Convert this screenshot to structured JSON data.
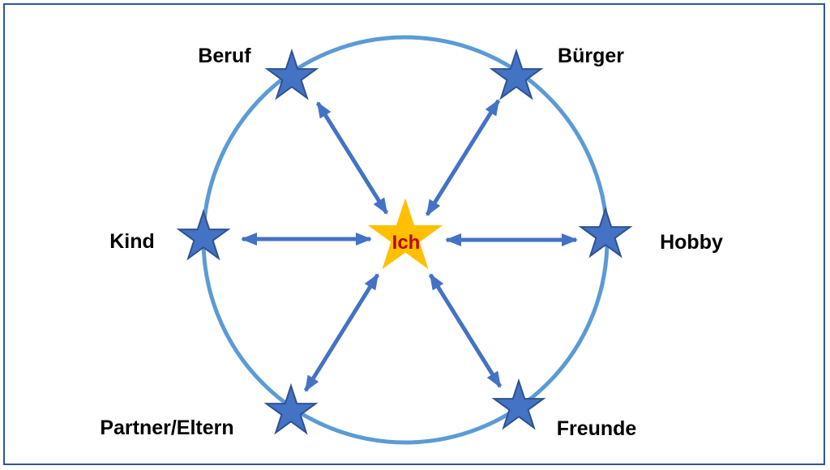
{
  "diagram": {
    "center": {
      "label": "Ich"
    },
    "nodes": [
      {
        "id": "beruf",
        "label": "Beruf"
      },
      {
        "id": "buerger",
        "label": "Bürger"
      },
      {
        "id": "kind",
        "label": "Kind"
      },
      {
        "id": "hobby",
        "label": "Hobby"
      },
      {
        "id": "partner",
        "label": "Partner/Eltern"
      },
      {
        "id": "freunde",
        "label": "Freunde"
      }
    ],
    "colors": {
      "circle": "#5b9bd5",
      "arrow": "#4472c4",
      "outer_star_fill": "#4472c4",
      "outer_star_stroke": "#2f528f",
      "center_star_fill": "#ffc000",
      "center_label": "#c00000",
      "frame": "#2f5597"
    }
  }
}
